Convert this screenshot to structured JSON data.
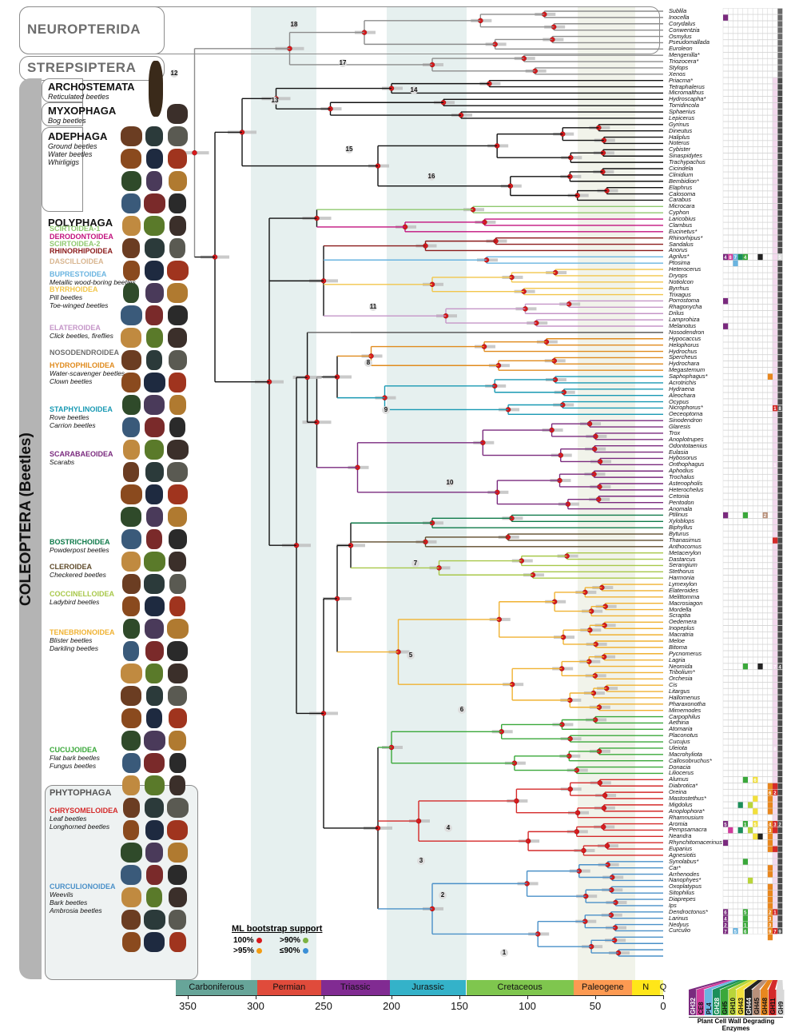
{
  "groups": {
    "neuropterida": "NEUROPTERIDA",
    "strepsiptera": "STREPSIPTERA",
    "coleoptera": "COLEOPTERA (Beetles)",
    "phytophaga": "PHYTOPHAGA"
  },
  "suborders": [
    {
      "name": "ARCHOSTEMATA",
      "common": "Reticulated beetles"
    },
    {
      "name": "MYXOPHAGA",
      "common": "Bog beetles"
    },
    {
      "name": "ADEPHAGA",
      "common": "Ground beetles\nWater beetles\nWhirligigs"
    },
    {
      "name": "POLYPHAGA",
      "common": ""
    }
  ],
  "superfamilies": [
    {
      "name": "SCIRTOIDEA-1",
      "common": "",
      "color": "#8fc96f"
    },
    {
      "name": "DERODONTOIDEA",
      "common": "",
      "color": "#c2127e"
    },
    {
      "name": "SCIRTOIDEA-2",
      "common": "",
      "color": "#8fc96f"
    },
    {
      "name": "RHINORHIPOIDEA",
      "common": "",
      "color": "#8b1a1a"
    },
    {
      "name": "DASCILLOIDEA",
      "common": "",
      "color": "#d8b58f"
    },
    {
      "name": "BUPRESTOIDEA",
      "common": "Metallic wood-boring beetles",
      "color": "#6ab4e0"
    },
    {
      "name": "BYRRHOIDEA",
      "common": "Pill beetles\nToe-winged beetles",
      "color": "#f2c64b"
    },
    {
      "name": "ELATEROIDEA",
      "common": "Click beetles, fireflies",
      "color": "#c596c8"
    },
    {
      "name": "NOSODENDROIDEA",
      "common": "",
      "color": "#6d6d6d"
    },
    {
      "name": "HYDROPHILOIDEA",
      "common": "Water-scavenger beetles\nClown beetles",
      "color": "#e08b1e"
    },
    {
      "name": "STAPHYLINOIDEA",
      "common": "Rove beetles\nCarrion beetles",
      "color": "#1899b3"
    },
    {
      "name": "SCARABAEOIDEA",
      "common": "Scarabs",
      "color": "#7a2a7e"
    },
    {
      "name": "BOSTRICHOIDEA",
      "common": "Powderpost beetles",
      "color": "#0f7a4a"
    },
    {
      "name": "CLEROIDEA",
      "common": "Checkered beetles",
      "color": "#5e4a2a"
    },
    {
      "name": "COCCINELLOIDEA",
      "common": "Ladybird beetles",
      "color": "#a8c84a"
    },
    {
      "name": "TENEBRIONOIDEA",
      "common": "Blister beetles\nDarkling beetles",
      "color": "#f0b232"
    },
    {
      "name": "CUCUJOIDEA",
      "common": "Flat bark beetles\nFungus beetles",
      "color": "#3aa83a"
    },
    {
      "name": "CHRYSOMELOIDEA",
      "common": "Leaf beetles\nLonghorned beetles",
      "color": "#d42a2a"
    },
    {
      "name": "CURCULIONOIDEA",
      "common": "Weevils\nBark beetles\nAmbrosia beetles",
      "color": "#4a90c8"
    }
  ],
  "taxa": [
    "Sublila",
    "Inocella",
    "Corydalus",
    "Conwentzia",
    "Osmylus",
    "Pseudomallada",
    "Euroleon",
    "Mengenilla*",
    "Triozocera*",
    "Stylops",
    "Xenos",
    "Priacma*",
    "Tetraphalerus",
    "Micromalthus",
    "Hydroscapha*",
    "Torridincola",
    "Sphaerius",
    "Lepicerus",
    "Gyrinus",
    "Dineutus",
    "Haliplus",
    "Noterus",
    "Cybister",
    "Sinaspidytes",
    "Trachypachus",
    "Cicindela",
    "Clinidium",
    "Bembidion*",
    "Elaphrus",
    "Calosoma",
    "Carabus",
    "Microcara",
    "Cyphon",
    "Laricobius",
    "Clambus",
    "Eucinetus*",
    "Rhinorhipus*",
    "Sandalus",
    "Anorus",
    "Agrilus*",
    "Ptosima",
    "Heterocerus",
    "Dryops",
    "Notiolcon",
    "Byrrhus",
    "Trixagus",
    "Porrostoma",
    "Rhagonycha",
    "Drilus",
    "Lamprohiza",
    "Melanotus",
    "Nosodendron",
    "Hypocaccus",
    "Helophorus",
    "Hydrochus",
    "Spercheus",
    "Hydrochara",
    "Megasternum",
    "Saphophagus*",
    "Acrotrichis",
    "Hydraena",
    "Aleochara",
    "Ocypus",
    "Nicrophorus*",
    "Oeceoptoma",
    "Sinodendron",
    "Glaresis",
    "Trox",
    "Anoplotrupes",
    "Odontotaenius",
    "Eulasia",
    "Hybosorus",
    "Onthophagus",
    "Aphodius",
    "Trochalus",
    "Astenopholis",
    "Heterochelus",
    "Cetonia",
    "Pentodon",
    "Anomala",
    "Ptilinus",
    "Xyloblops",
    "Biphyllus",
    "Byturus",
    "Thanasimus",
    "Anthocomus",
    "Metacerylon",
    "Dastarcus",
    "Serangium",
    "Stethorus",
    "Harmonia",
    "Lymexylon",
    "Elateroides",
    "Melittomma",
    "Macrosiagon",
    "Mordella",
    "Scraptia",
    "Oedemera",
    "Inopeplus",
    "Macratria",
    "Meloe",
    "Bitoma",
    "Pycnomerus",
    "Lagria",
    "Neomida",
    "Tribolium*",
    "Orchesia",
    "Cis",
    "Litargus",
    "Hallomenus",
    "Pharaxonotha",
    "Mimemodes",
    "Carpophilus",
    "Aethina",
    "Atomaria",
    "Placonotus",
    "Cucujus",
    "Uleiota",
    "Macrohyliota",
    "Callosobruchus*",
    "Donacia",
    "Liliocerus",
    "Alumus",
    "Diabrotica*",
    "Oreina",
    "Mastostethus*",
    "Migdolus",
    "Anoplophora*",
    "Rhamnusium",
    "Aromia",
    "Pempsamacra",
    "Neandra",
    "Rhynchitomacerinus*",
    "Euparius",
    "Agnesiotis",
    "Synolabus*",
    "Car*",
    "Arrhenodes",
    "Nanophyes*",
    "Oxoplatypus",
    "Sitophilus",
    "Diaprepes",
    "Ips",
    "Dendroctonus*",
    "Larinus",
    "Nedyus",
    "Curculio"
  ],
  "periods": [
    {
      "name": "Carboniferous",
      "start": 358.9,
      "end": 298.9,
      "color": "#67a599"
    },
    {
      "name": "Permian",
      "start": 298.9,
      "end": 251.9,
      "color": "#e04b3b"
    },
    {
      "name": "Triassic",
      "start": 251.9,
      "end": 201.4,
      "color": "#812b92"
    },
    {
      "name": "Jurassic",
      "start": 201.4,
      "end": 145.0,
      "color": "#34b2c9"
    },
    {
      "name": "Cretaceous",
      "start": 145.0,
      "end": 66.0,
      "color": "#7fc64e"
    },
    {
      "name": "Paleogene",
      "start": 66.0,
      "end": 23.0,
      "color": "#fd9a52"
    },
    {
      "name": "N",
      "start": 23.0,
      "end": 2.6,
      "color": "#ffe619"
    },
    {
      "name": "Q",
      "start": 2.6,
      "end": 0.0,
      "color": "#f9f97f"
    }
  ],
  "time_ticks": [
    "350",
    "300",
    "250",
    "200",
    "150",
    "100",
    "50",
    "0"
  ],
  "legend": {
    "title": "ML bootstrap support",
    "items": [
      {
        "label": "100%",
        "color": "#d7191c"
      },
      {
        "label": ">90%",
        "color": "#7cb342"
      },
      {
        "label": ">95%",
        "color": "#f39c12"
      },
      {
        "label": "≤90%",
        "color": "#3a8fd6"
      }
    ]
  },
  "enzymes": {
    "caption": "Plant Cell Wall Degrading Enzymes",
    "families": [
      {
        "name": "GH32",
        "color": "#7a2a7e"
      },
      {
        "name": "CE8",
        "color": "#d13b9b"
      },
      {
        "name": "PL4",
        "color": "#6ab4e0"
      },
      {
        "name": "GH28",
        "color": "#1b8f5a"
      },
      {
        "name": "GH5",
        "color": "#3aa83a"
      },
      {
        "name": "GH10",
        "color": "#b9d53a"
      },
      {
        "name": "GH43",
        "color": "#f2e03b"
      },
      {
        "name": "GH44",
        "color": "#222222"
      },
      {
        "name": "GH45",
        "color": "#b8907a"
      },
      {
        "name": "GH48",
        "color": "#e8871e"
      },
      {
        "name": "GH11",
        "color": "#d42a2a"
      },
      {
        "name": "GH9",
        "color": "#d8d8d8"
      }
    ],
    "cell_numbers": [
      "4",
      "8",
      "7",
      "4",
      "5",
      "3",
      "5",
      "1",
      "8",
      "1",
      "2",
      "7",
      "4",
      "6",
      "1",
      "6",
      "2",
      "7",
      "5",
      "1",
      "5",
      "4",
      "3",
      "2",
      "3",
      "6",
      "5",
      "2",
      "1",
      "4",
      "3",
      "2",
      "1",
      "3",
      "7",
      "5",
      "6",
      "9",
      "7",
      "9",
      "8"
    ]
  },
  "node_labels": [
    "18",
    "17",
    "12",
    "14",
    "13",
    "15",
    "16",
    "11",
    "8",
    "9",
    "10",
    "7",
    "5",
    "6",
    "4",
    "3",
    "2",
    "1"
  ]
}
